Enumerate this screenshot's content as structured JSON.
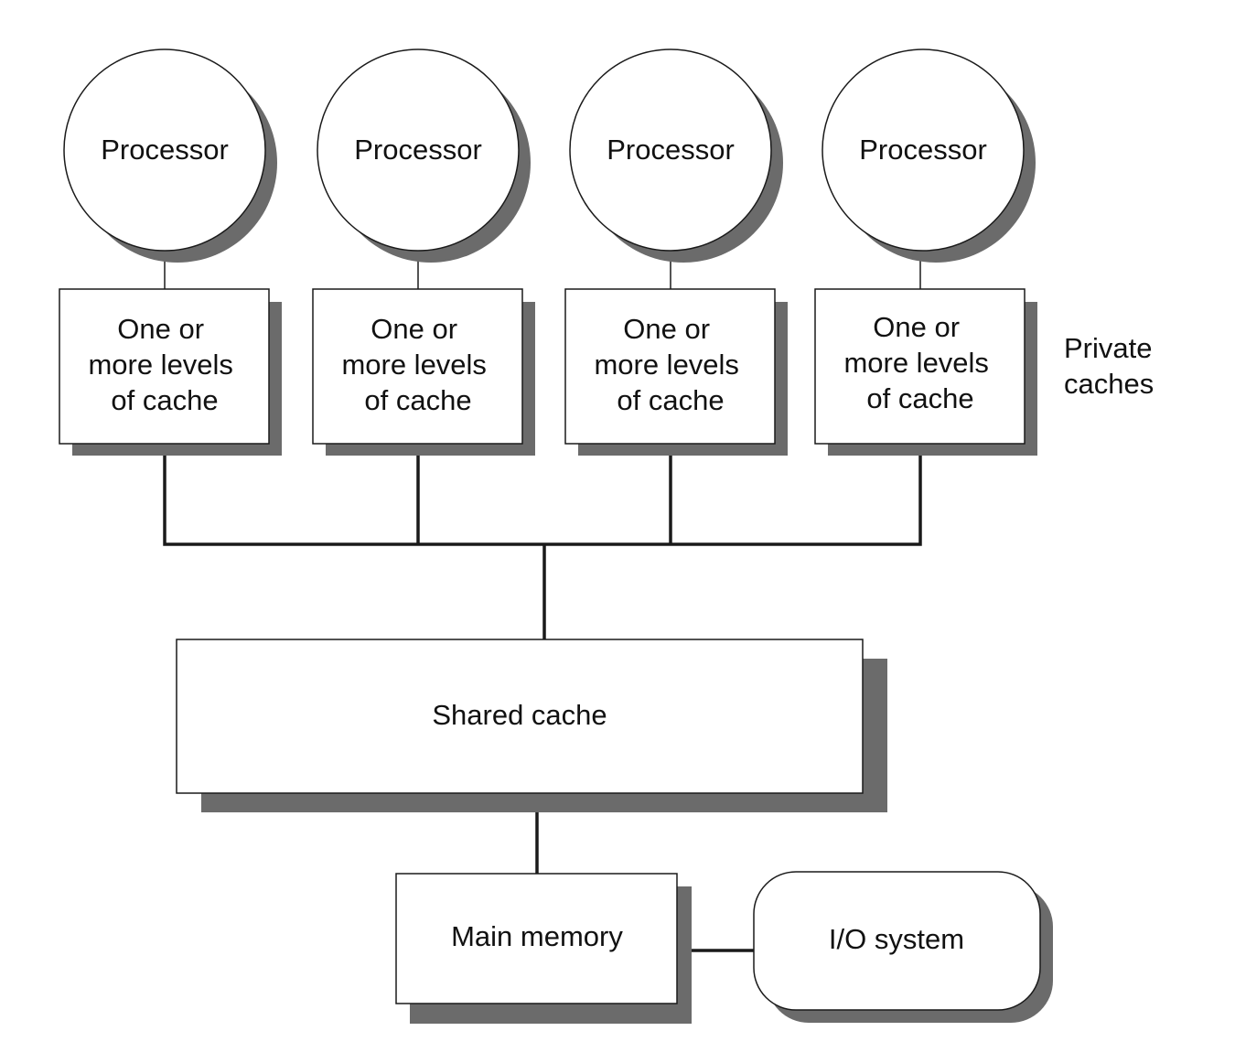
{
  "processors": [
    {
      "label": "Processor"
    },
    {
      "label": "Processor"
    },
    {
      "label": "Processor"
    },
    {
      "label": "Processor"
    }
  ],
  "private_caches": [
    {
      "lines": [
        "One or",
        "more levels",
        "of cache"
      ]
    },
    {
      "lines": [
        "One or",
        "more levels",
        "of cache"
      ]
    },
    {
      "lines": [
        "One or",
        "more levels",
        "of cache"
      ]
    },
    {
      "lines": [
        "One or",
        "more levels",
        "of cache"
      ]
    }
  ],
  "private_caches_label": {
    "line1": "Private",
    "line2": "caches"
  },
  "shared_cache": {
    "label": "Shared cache"
  },
  "main_memory": {
    "label": "Main memory"
  },
  "io_system": {
    "label": "I/O system"
  },
  "colors": {
    "shadow": "#6b6b6b",
    "stroke": "#1a1a1a",
    "fill": "#ffffff"
  }
}
